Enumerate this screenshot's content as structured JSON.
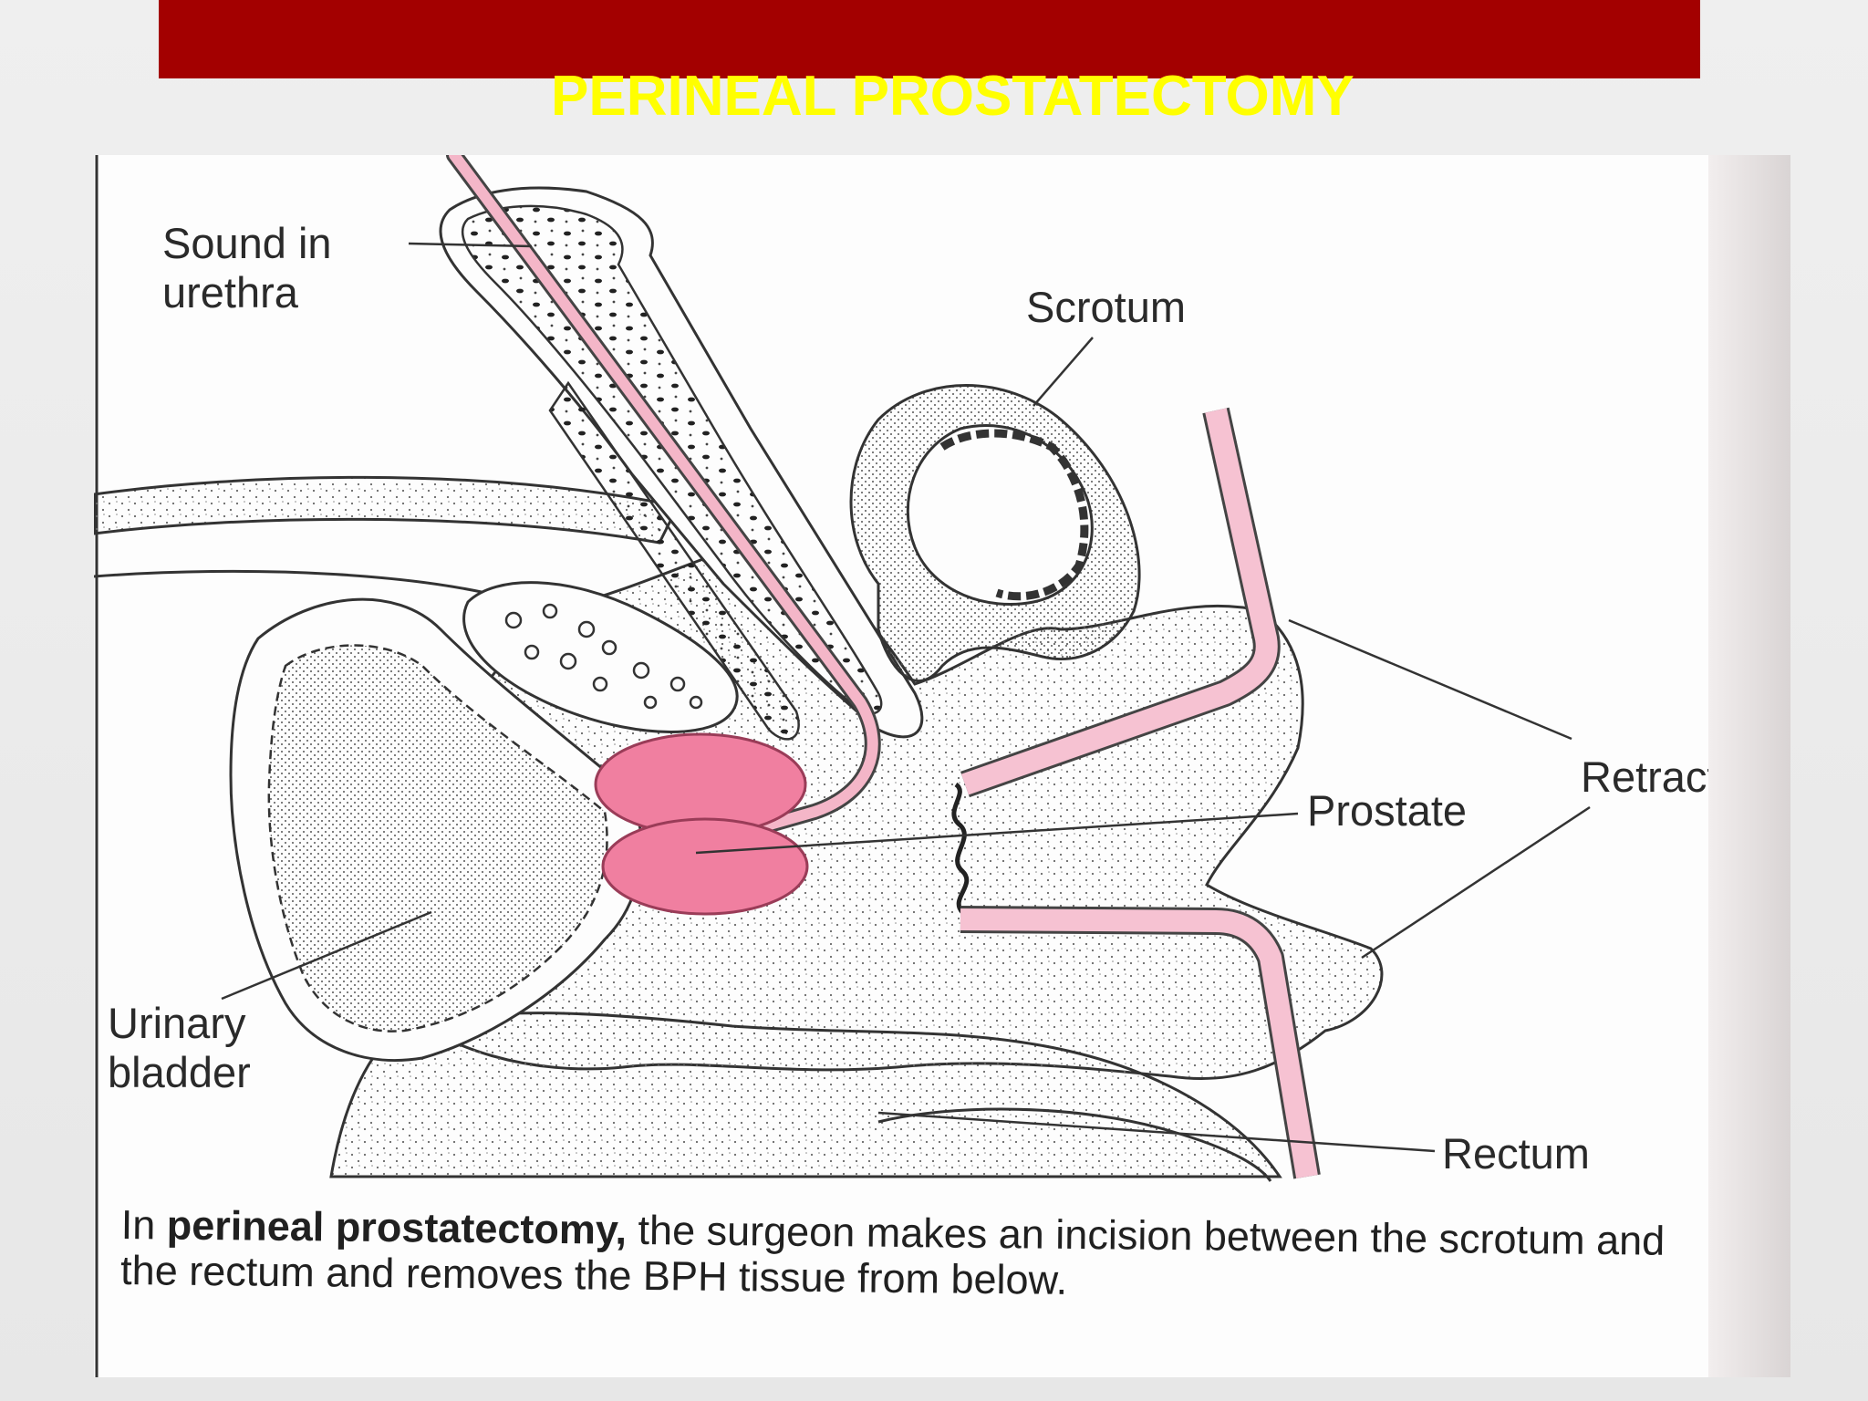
{
  "slide": {
    "title": "PERINEAL PROSTATECTOMY",
    "title_color": "#ffff00",
    "banner_color": "#a30000",
    "accent_pink": "#f07fa0"
  },
  "diagram": {
    "labels": {
      "sound": "Sound in\nurethra",
      "scrotum": "Scrotum",
      "retractor": "Retractor",
      "prostate": "Prostate",
      "bladder": "Urinary\nbladder",
      "rectum": "Rectum"
    },
    "caption": {
      "prefix": "In ",
      "bold": "perineal prostatectomy,",
      "rest": " the surgeon makes an incision between the scrotum and the rectum and removes the BPH tissue from below."
    }
  }
}
